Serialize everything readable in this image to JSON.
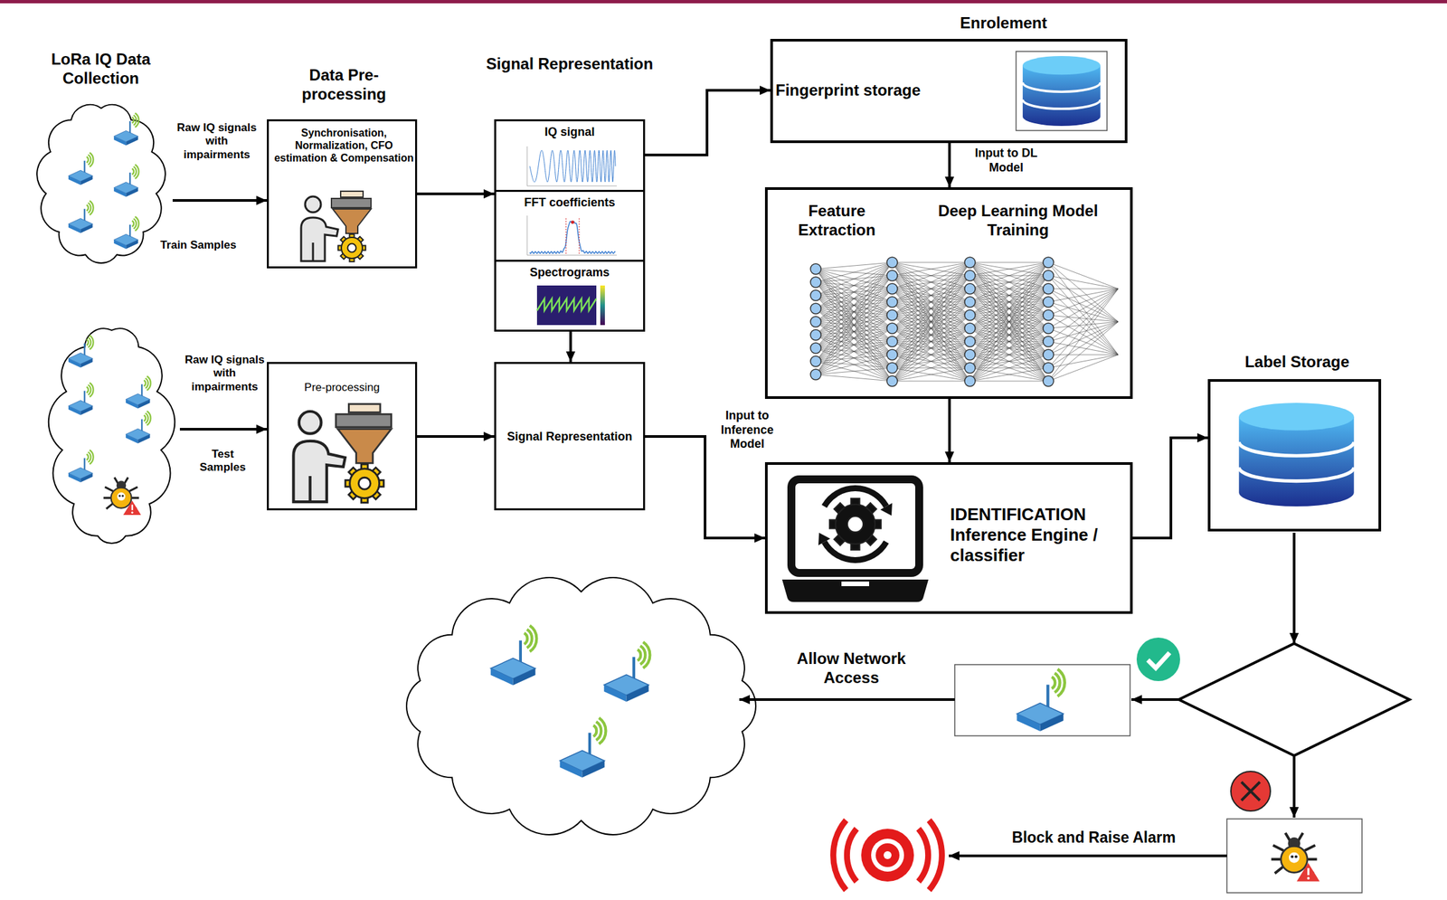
{
  "diagram": {
    "nodes": [
      {
        "text": [
          "LoRa IQ Data Collection",
          "Train Samples"
        ]
      },
      {
        "text": [
          "Data Pre-processing",
          "Synchronisation, Normalization, CFO estimation & Compensation"
        ]
      },
      {
        "text": [
          "Signal Representation"
        ]
      },
      {
        "text": [
          "IQ signal"
        ],
        "in": 2
      },
      {
        "text": [
          "FFT coefficients"
        ],
        "in": 2
      },
      {
        "text": [
          "Spectrograms"
        ],
        "in": 2
      },
      {
        "text": [
          "Enrolement",
          "Fingerprint storage"
        ]
      },
      {
        "text": [
          "Feature Extraction",
          "Deep Learning Model Training"
        ]
      },
      {
        "text": [
          "Test Samples"
        ]
      },
      {
        "text": [
          "Pre-processing"
        ]
      },
      {
        "text": [
          "Signal Representation"
        ]
      },
      {
        "text": [
          "IDENTIFICATION Inference Engine / classifier"
        ]
      },
      {
        "text": [
          "Label Storage"
        ]
      }
    ],
    "edges": [
      {
        "from": 0,
        "to": 1,
        "arrow": "to",
        "label": "Raw IQ signals with impairments"
      },
      {
        "from": 1,
        "to": 2,
        "arrow": "to"
      },
      {
        "from": 3,
        "to": 6,
        "arrow": "to"
      },
      {
        "from": 5,
        "to": 10,
        "arrow": "to"
      },
      {
        "from": 6,
        "to": 7,
        "arrow": "to",
        "label": "Input to DL Model"
      },
      {
        "from": 8,
        "to": 9,
        "arrow": "to",
        "label": "Raw IQ signals with impairments"
      },
      {
        "from": 9,
        "to": 10,
        "arrow": "to"
      },
      {
        "from": 10,
        "to": 11,
        "arrow": "to",
        "label": "Input to Inference Model"
      },
      {
        "from": 7,
        "to": 11,
        "arrow": "to"
      },
      {
        "from": 11,
        "to": 12,
        "arrow": "to"
      }
    ],
    "labels": [
      "Allow Network Access",
      "Block and Raise Alarm"
    ]
  }
}
